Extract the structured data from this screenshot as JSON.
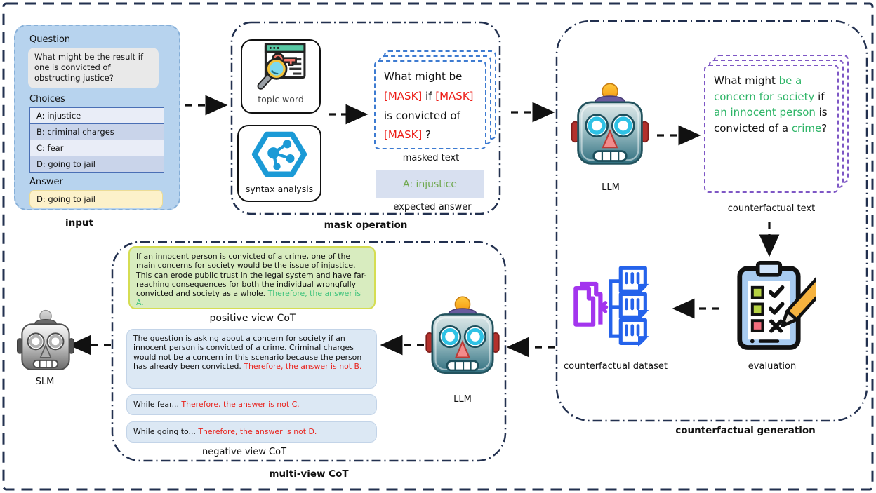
{
  "colors": {
    "outer_border": "#22304f",
    "section_border": "#22304f",
    "mask_red": "#ed1c16",
    "counterfactual_green": "#2eb567",
    "positive_green": "#41c47d",
    "negative_red": "#e8251f",
    "expected_answer_green": "#6fa84e",
    "masked_sheet_blue": "#3d7bd1",
    "counterfactual_sheet_purple": "#7e57c5"
  },
  "input_panel": {
    "label": "input",
    "question_label": "Question",
    "question_text": "What might be the result if one is convicted of obstructing justice?",
    "choices_label": "Choices",
    "choices": [
      "A: injustice",
      "B: criminal charges",
      "C: fear",
      "D: going to jail"
    ],
    "answer_label": "Answer",
    "answer_text": "D: going to jail"
  },
  "mask_operation": {
    "label": "mask operation",
    "topic_word_label": "topic word",
    "syntax_analysis_label": "syntax analysis",
    "masked_text_caption": "masked text",
    "masked_text_segments": [
      {
        "text": "What might be\n"
      },
      {
        "text": "[MASK]",
        "color": "#ed1c16"
      },
      {
        "text": " if "
      },
      {
        "text": "[MASK]",
        "color": "#ed1c16"
      },
      {
        "text": "\nis convicted of\n"
      },
      {
        "text": "[MASK]",
        "color": "#ed1c16"
      },
      {
        "text": " ?"
      }
    ],
    "expected_answer_caption": "expected answer",
    "expected_answer_text": "A: injustice"
  },
  "counterfactual_generation": {
    "label": "counterfactual generation",
    "llm_label": "LLM",
    "counterfactual_text_caption": "counterfactual text",
    "counterfactual_text_segments": [
      {
        "text": "What might "
      },
      {
        "text": "be a concern for society",
        "color": "#2eb567"
      },
      {
        "text": " if "
      },
      {
        "text": "an innocent person",
        "color": "#2eb567"
      },
      {
        "text": " is convicted of a "
      },
      {
        "text": "crime",
        "color": "#2eb567"
      },
      {
        "text": "?"
      }
    ],
    "evaluation_label": "evaluation",
    "dataset_label": "counterfactual dataset"
  },
  "multi_view_cot": {
    "label": "multi-view CoT",
    "llm_label": "LLM",
    "positive_caption": "positive view CoT",
    "negative_caption": "negative view CoT",
    "positive_segments": [
      {
        "text": "If an innocent person is convicted of a crime, one of the main concerns for society would be the issue of injustice. This can erode public trust in the legal system and have far-reaching consequences for both the individual wrongfully convicted and society as a whole. "
      },
      {
        "text": "Therefore, the answer is A.",
        "color": "#41c47d"
      }
    ],
    "negative_boxes": [
      [
        {
          "text": "The question is asking about a concern for society if an innocent person is convicted of a crime. Criminal charges would not be a concern in this scenario because the person has already been convicted. "
        },
        {
          "text": "Therefore, the answer is not B.",
          "color": "#e8251f"
        }
      ],
      [
        {
          "text": "While fear... "
        },
        {
          "text": "Therefore, the answer is not C.",
          "color": "#e8251f"
        }
      ],
      [
        {
          "text": "While going to... "
        },
        {
          "text": "Therefore, the answer is not D.",
          "color": "#e8251f"
        }
      ]
    ]
  },
  "slm": {
    "label": "SLM"
  }
}
